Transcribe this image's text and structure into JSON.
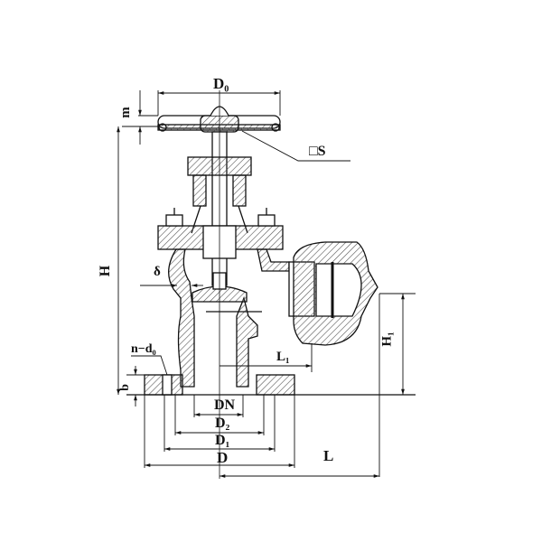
{
  "diagram": {
    "type": "valve-technical-drawing",
    "description": "Angle globe valve with handwheel, bonnet, flanged bottom inlet and side hose-coupling outlet",
    "colors": {
      "line": "#111111",
      "hatch": "#555555",
      "background": "#ffffff"
    }
  },
  "labels": {
    "D0": "D₀",
    "m": "m",
    "S": "□S",
    "H": "H",
    "delta": "δ",
    "n_d0": "n−d₀",
    "b": "b",
    "DN": "DN",
    "D2": "D₂",
    "D1": "D₁",
    "D": "D",
    "L": "L",
    "L1": "L₁",
    "H1": "H₁"
  }
}
